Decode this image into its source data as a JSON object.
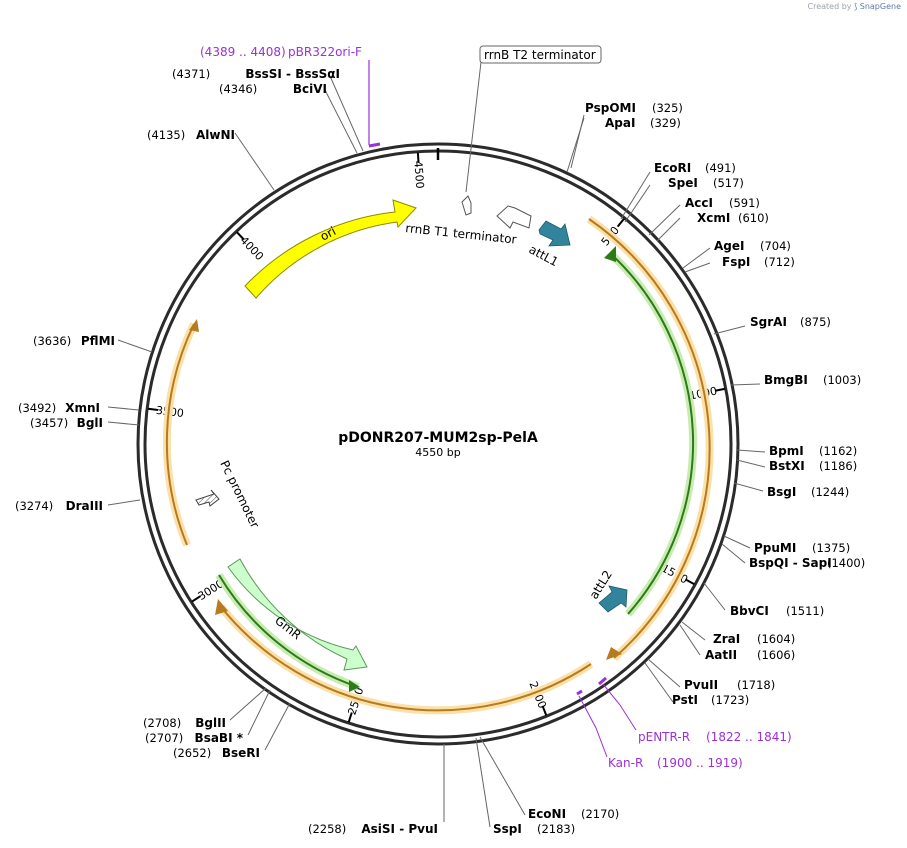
{
  "watermark": {
    "prefix": "Created by",
    "brand": "SnapGene"
  },
  "plasmid": {
    "name": "pDONR207-MUM2sp-PelA",
    "size_label": "4550 bp",
    "length": 4550
  },
  "ticks": [
    {
      "bp": 500,
      "label": "500"
    },
    {
      "bp": 1000,
      "label": "1000"
    },
    {
      "bp": 1500,
      "label": "1500"
    },
    {
      "bp": 2000,
      "label": "2000"
    },
    {
      "bp": 2500,
      "label": "2500"
    },
    {
      "bp": 3000,
      "label": "3000"
    },
    {
      "bp": 3500,
      "label": "3500"
    },
    {
      "bp": 4000,
      "label": "4000"
    },
    {
      "bp": 4500,
      "label": "4500"
    }
  ],
  "features": {
    "ori": {
      "label": "ori",
      "color": "#ffff00"
    },
    "rrnB_T1": {
      "label": "rrnB T1 terminator"
    },
    "rrnB_T2": {
      "label": "rrnB T2 terminator"
    },
    "attL1": {
      "label": "attL1",
      "color": "#31849b"
    },
    "attL2": {
      "label": "attL2",
      "color": "#31849b"
    },
    "Pc": {
      "label": "Pc promoter"
    },
    "GmR": {
      "label": "GmR",
      "color": "#ccffcc"
    }
  },
  "sites": [
    {
      "name": "PspOMI",
      "pos": "(325)"
    },
    {
      "name": "ApaI",
      "pos": "(329)"
    },
    {
      "name": "EcoRI",
      "pos": "(491)"
    },
    {
      "name": "SpeI",
      "pos": "(517)"
    },
    {
      "name": "AccI",
      "pos": "(591)"
    },
    {
      "name": "XcmI",
      "pos": "(610)"
    },
    {
      "name": "AgeI",
      "pos": "(704)"
    },
    {
      "name": "FspI",
      "pos": "(712)"
    },
    {
      "name": "SgrAI",
      "pos": "(875)"
    },
    {
      "name": "BmgBI",
      "pos": "(1003)"
    },
    {
      "name": "BpmI",
      "pos": "(1162)"
    },
    {
      "name": "BstXI",
      "pos": "(1186)"
    },
    {
      "name": "BsgI",
      "pos": "(1244)"
    },
    {
      "name": "PpuMI",
      "pos": "(1375)"
    },
    {
      "name": "BspQI  -  SapI",
      "pos": "(1400)"
    },
    {
      "name": "BbvCI",
      "pos": "(1511)"
    },
    {
      "name": "ZraI",
      "pos": "(1604)"
    },
    {
      "name": "AatII",
      "pos": "(1606)"
    },
    {
      "name": "PvuII",
      "pos": "(1718)"
    },
    {
      "name": "PstI",
      "pos": "(1723)"
    },
    {
      "name": "EcoNI",
      "pos": "(2170)"
    },
    {
      "name": "SspI",
      "pos": "(2183)"
    },
    {
      "name": "AsiSI  -  PvuI",
      "pos": "(2258)"
    },
    {
      "name": "BseRI",
      "pos": "(2652)"
    },
    {
      "name": "BsaBI *",
      "pos": "(2707)"
    },
    {
      "name": "BglII",
      "pos": "(2708)"
    },
    {
      "name": "DraIII",
      "pos": "(3274)"
    },
    {
      "name": "BglI",
      "pos": "(3457)"
    },
    {
      "name": "XmnI",
      "pos": "(3492)"
    },
    {
      "name": "PflMI",
      "pos": "(3636)"
    },
    {
      "name": "AlwNI",
      "pos": "(4135)"
    },
    {
      "name": "BciVI",
      "pos": "(4346)"
    },
    {
      "name": "BssSI  -  BssSαI",
      "pos": "(4371)"
    }
  ],
  "primers": [
    {
      "name": "pBR322ori-F",
      "range": "(4389 .. 4408)",
      "color": "#9b30d9"
    },
    {
      "name": "pENTR-R",
      "range": "(1822 .. 1841)",
      "color": "#9b30d9"
    },
    {
      "name": "Kan-R",
      "range": "(1900 .. 1919)",
      "color": "#9b30d9"
    }
  ]
}
